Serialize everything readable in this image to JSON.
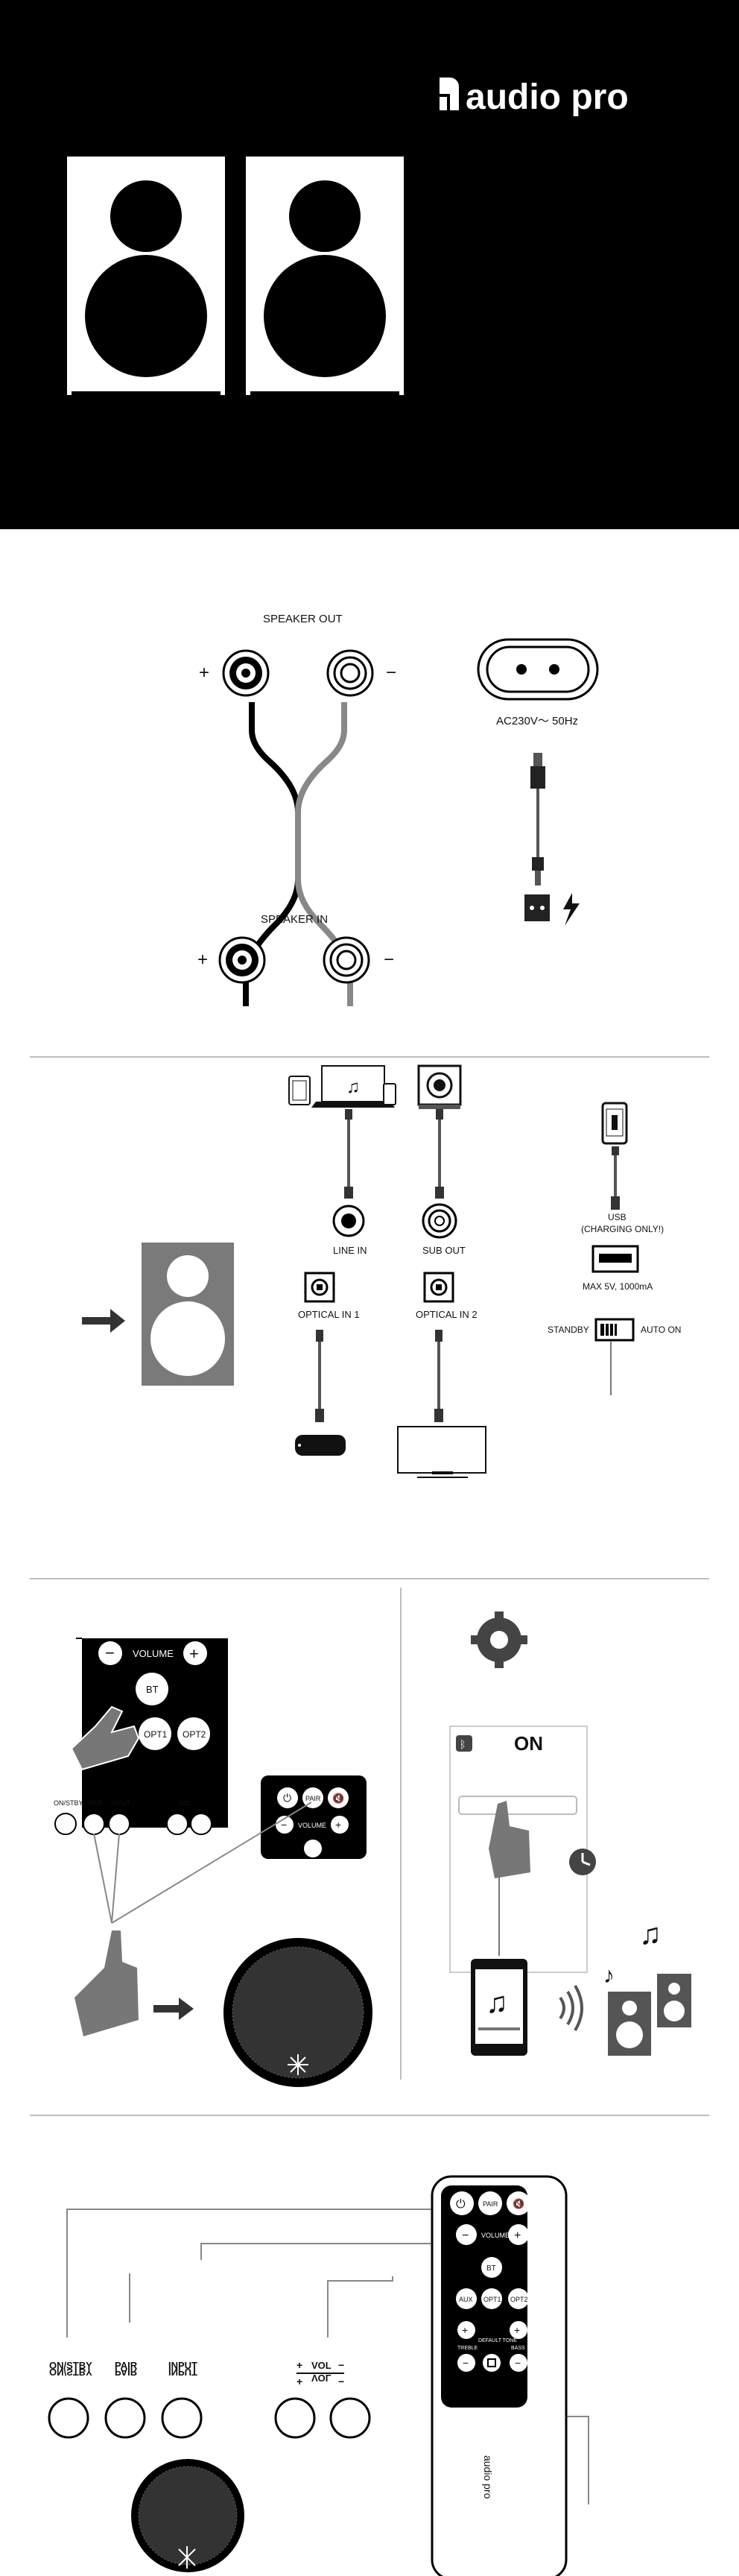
{
  "brand": {
    "name": "audio pro",
    "colors": {
      "black": "#000000",
      "white": "#ffffff",
      "grey": "#7a7a7a",
      "divider": "#bdbdbd"
    }
  },
  "section_power": {
    "speaker_out": "SPEAKER OUT",
    "speaker_in": "SPEAKER IN",
    "plus": "+",
    "minus": "−",
    "power_rating": "AC230V〜 50Hz",
    "icons": [
      "terminal-icon",
      "power-socket-icon",
      "power-plug-icon",
      "lightning-icon"
    ]
  },
  "section_inputs": {
    "line_in": "LINE IN",
    "sub_out": "SUB OUT",
    "optical_in_1": "OPTICAL IN 1",
    "optical_in_2": "OPTICAL IN 2",
    "usb": "USB",
    "usb_note": "(CHARGING ONLY!)",
    "usb_rating": "MAX 5V, 1000mA",
    "standby": "STANDBY",
    "auto_on": "AUTO ON",
    "icons": [
      "tablet-icon",
      "laptop-icon",
      "music-note-icon",
      "phone-icon",
      "subwoofer-icon",
      "tv-icon",
      "media-box-icon",
      "arrow-right-icon"
    ]
  },
  "section_pairing": {
    "volume": "VOLUME",
    "bt": "BT",
    "opt1": "OPT1",
    "opt2": "OPT2",
    "pair": "PAIR",
    "on_stby": "ON/STBY",
    "pair_small": "PAIR",
    "input_small": "INPUT",
    "vol": "VOL",
    "on_label": "ON",
    "icons": [
      "gear-icon",
      "bluetooth-icon",
      "clock-icon",
      "sound-waves-icon",
      "music-notes-icon",
      "hand-pointer-icon"
    ]
  },
  "section_controls": {
    "on_stby": "ON/STBY",
    "pair": "PAIR",
    "input": "INPUT",
    "vol_plus": "+",
    "vol_minus": "−",
    "vol": "VOL",
    "remote": {
      "volume": "VOLUME",
      "bt": "BT",
      "aux": "AUX",
      "opt1": "OPT1",
      "opt2": "OPT2",
      "treble": "TREBLE",
      "bass": "BASS",
      "default_tone": "DEFAULT TONE",
      "pair": "PAIR",
      "brand": "audio pro"
    }
  }
}
